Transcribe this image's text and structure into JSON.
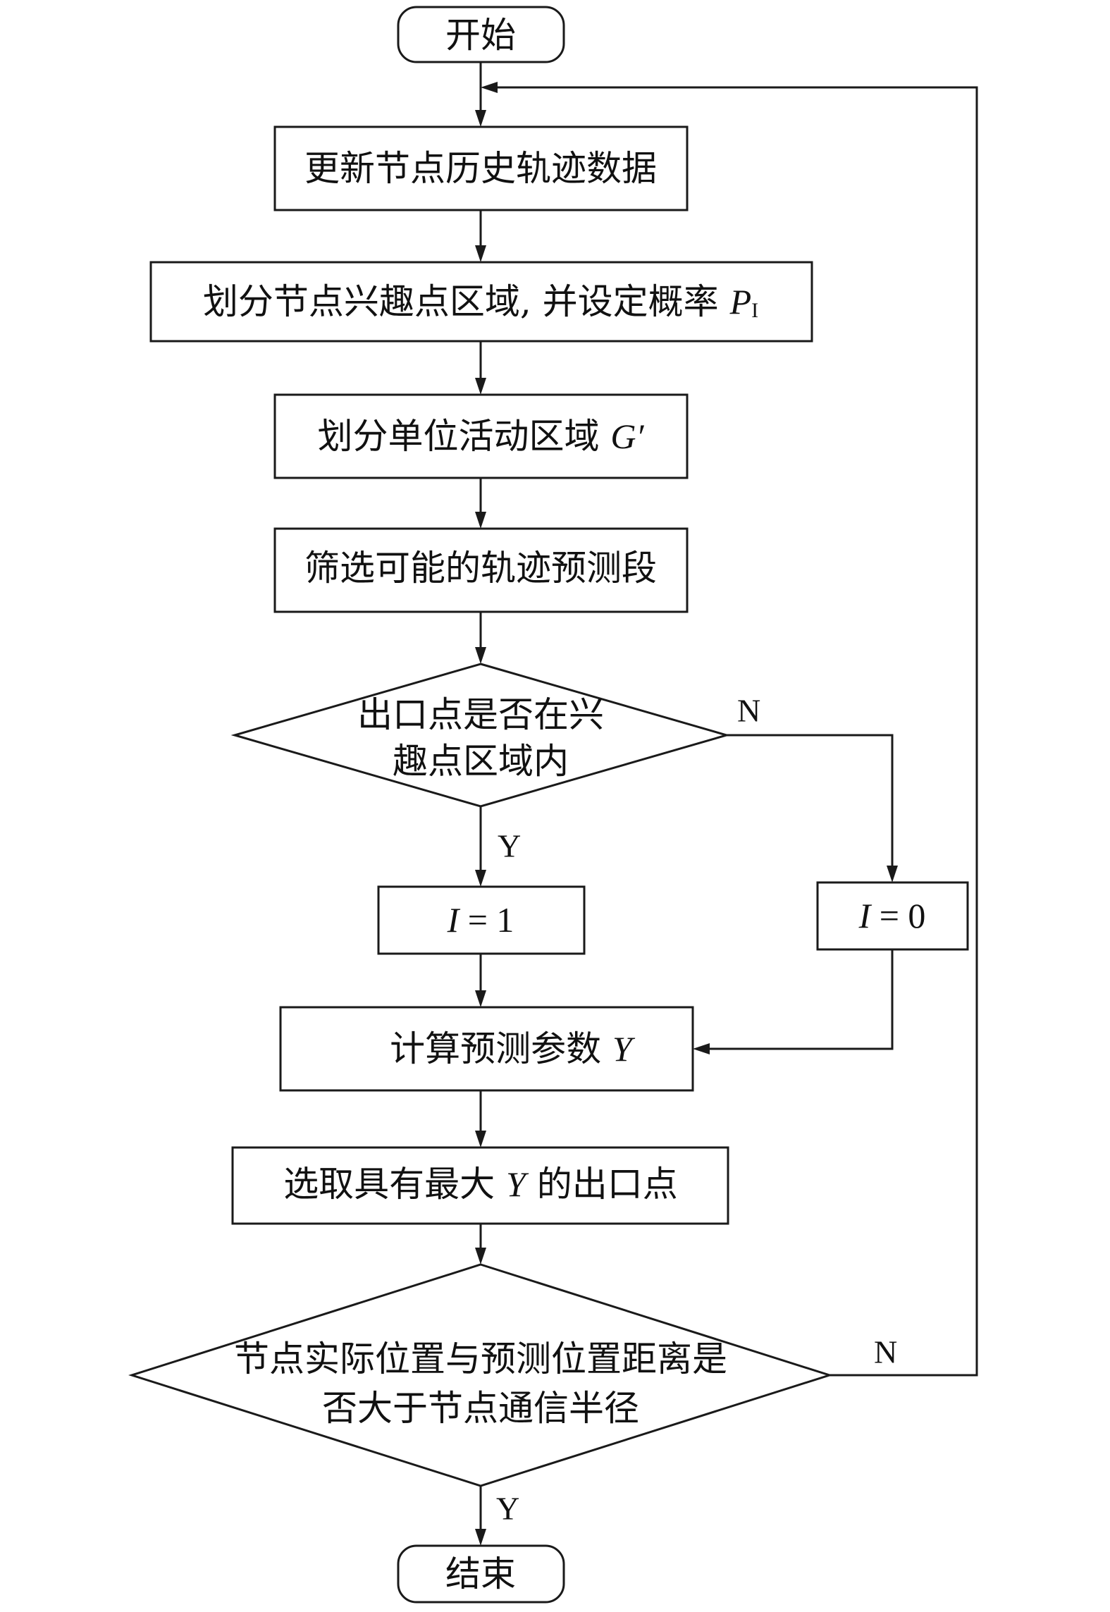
{
  "nodes": {
    "start": {
      "text": "开始"
    },
    "update_history": {
      "text": "更新节点历史轨迹数据"
    },
    "divide_interest": {
      "text": "划分节点兴趣点区域, 并设定概率 ",
      "math": "P",
      "sub": "I"
    },
    "divide_unit": {
      "text": "划分单位活动区域 ",
      "math": "G′"
    },
    "filter_segments": {
      "text": "筛选可能的轨迹预测段"
    },
    "decision_exit": {
      "line1": "出口点是否在兴",
      "line2": "趣点区域内"
    },
    "set_i_one": {
      "math": "I",
      "rest": " = 1"
    },
    "set_i_zero": {
      "math": "I",
      "rest": " = 0"
    },
    "compute_y": {
      "text": "计算预测参数 ",
      "math": "Y"
    },
    "select_max": {
      "pre": "选取具有最大 ",
      "math": "Y",
      "post": " 的出口点"
    },
    "decision_distance": {
      "line1": "节点实际位置与预测位置距离是",
      "line2": "否大于节点通信半径"
    },
    "end": {
      "text": "结束"
    }
  },
  "branch_labels": {
    "exit_yes": "Y",
    "exit_no": "N",
    "distance_yes": "Y",
    "distance_no": "N"
  }
}
